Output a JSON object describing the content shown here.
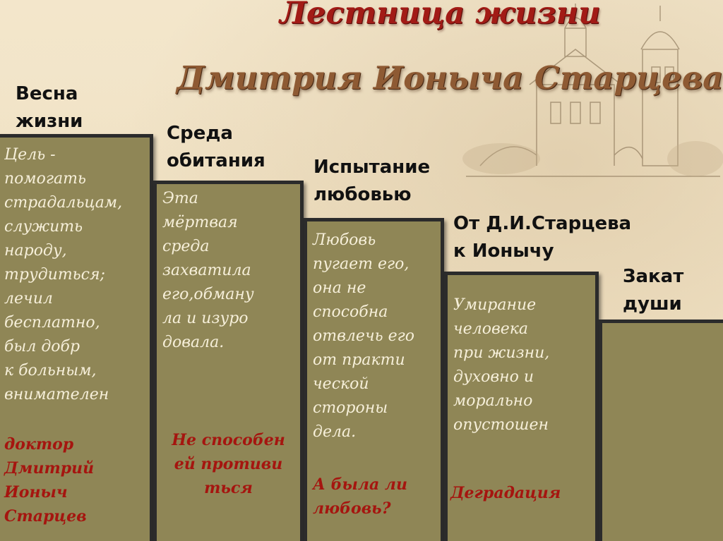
{
  "title": {
    "line1": "Лестница жизни",
    "line2": "Дмитрия Ионыча Старцева"
  },
  "steps": [
    {
      "label": "Весна\nжизни",
      "description": "Цель -\n помогать\nстрадальцам,\nслужить\nнароду,\nтрудиться;\nлечил\nбесплатно,\nбыл добр\nк больным,\nвнимателен",
      "note": "доктор\nДмитрий\nИоныч\nСтарцев"
    },
    {
      "label": "Среда\nобитания",
      "description": "Эта\nмёртвая\nсреда\nзахватила\nего,обману\nла и изуро\nдовала.",
      "note": "Не способен\nей противи\nться"
    },
    {
      "label": "Испытание\nлюбовью",
      "description": "Любовь\nпугает его,\nона не\nспособна\nотвлечь его\nот практи\nческой\nстороны\nдела.",
      "note": "А была ли\nлюбовь?"
    },
    {
      "label": "От Д.И.Старцева\nк Ионычу",
      "description": "Умирание\nчеловека\nпри жизни,\nдуховно и\nморально\nопустошен",
      "note": "Деградация"
    },
    {
      "label": "Закат\nдуши",
      "description": "",
      "note": ""
    }
  ],
  "colors": {
    "background": "#f1e3c6",
    "step_fill": "#8f8656",
    "step_border": "#2b2b2b",
    "title_red": "#a21b16",
    "title_brown": "#8e5a33",
    "note_red": "#a5150f",
    "description_text": "#f6efd9"
  }
}
